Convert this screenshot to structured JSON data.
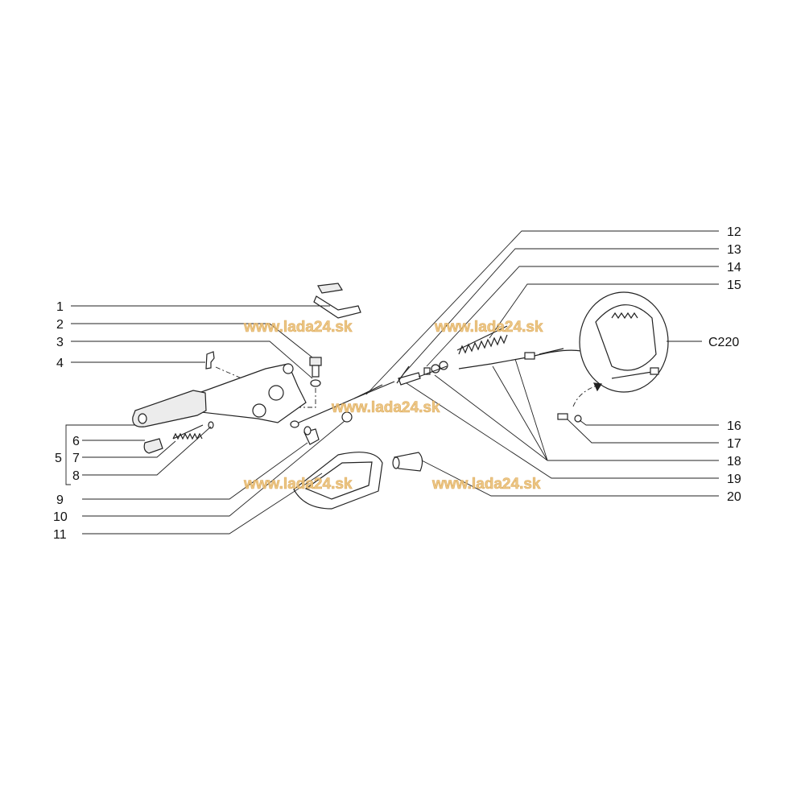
{
  "diagram": {
    "title": "Parking brake assembly exploded view",
    "callouts_left": [
      "1",
      "2",
      "3",
      "4",
      "5",
      "6",
      "7",
      "8",
      "9",
      "10",
      "11"
    ],
    "callouts_right": [
      "12",
      "13",
      "14",
      "15",
      "C220",
      "16",
      "17",
      "18",
      "19",
      "20"
    ],
    "watermark": "www.lada24.sk",
    "colors": {
      "line": "#222222",
      "watermark": "#ecc27a"
    }
  }
}
